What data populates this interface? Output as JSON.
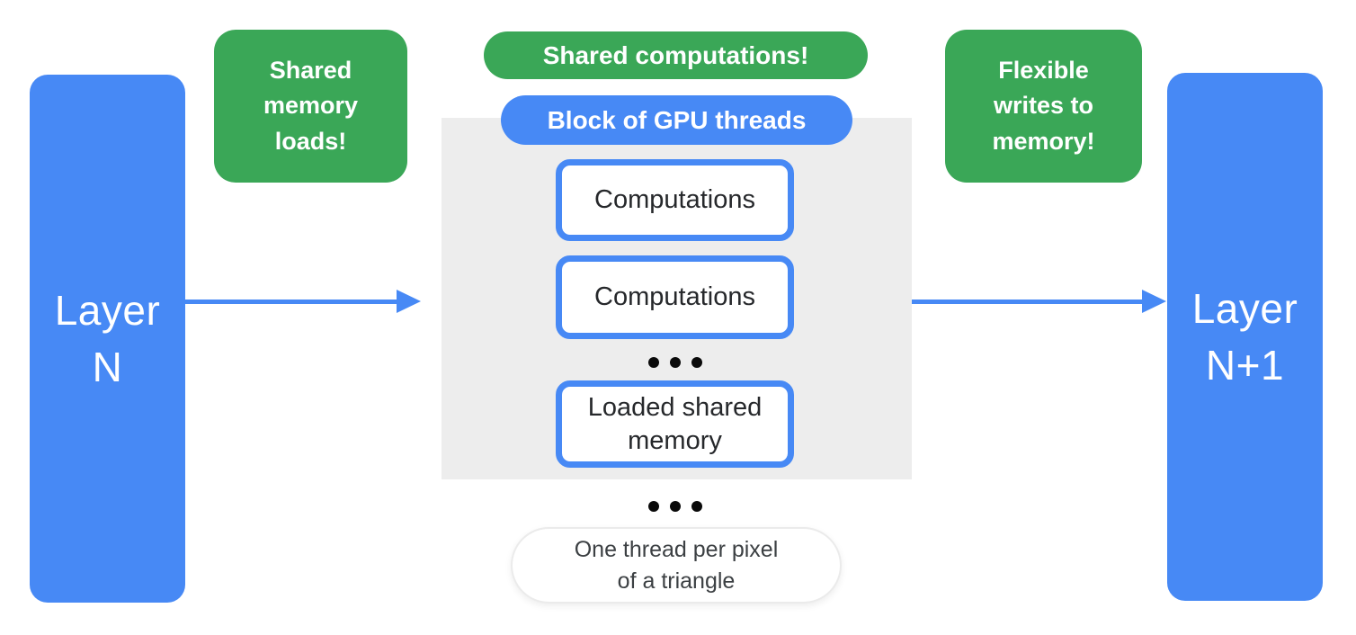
{
  "diagram": {
    "layer_n": {
      "label": "Layer\nN"
    },
    "layer_n_plus_1": {
      "label": "Layer\nN+1"
    },
    "callouts": {
      "left": "Shared\nmemory\nloads!",
      "center": "Shared computations!",
      "right": "Flexible\nwrites to\nmemory!"
    },
    "block": {
      "title": "Block of GPU threads",
      "items": [
        "Computations",
        "Computations",
        "Loaded shared\nmemory"
      ]
    },
    "footnote": "One thread per pixel\nof a triangle"
  },
  "colors": {
    "blue": "#4789F5",
    "green": "#3AA757",
    "gray_panel": "#EDEDED",
    "dark_text": "#26282B",
    "footnote_text": "#3C4043",
    "dot": "#0A0A0A",
    "white": "#FFFFFF"
  }
}
